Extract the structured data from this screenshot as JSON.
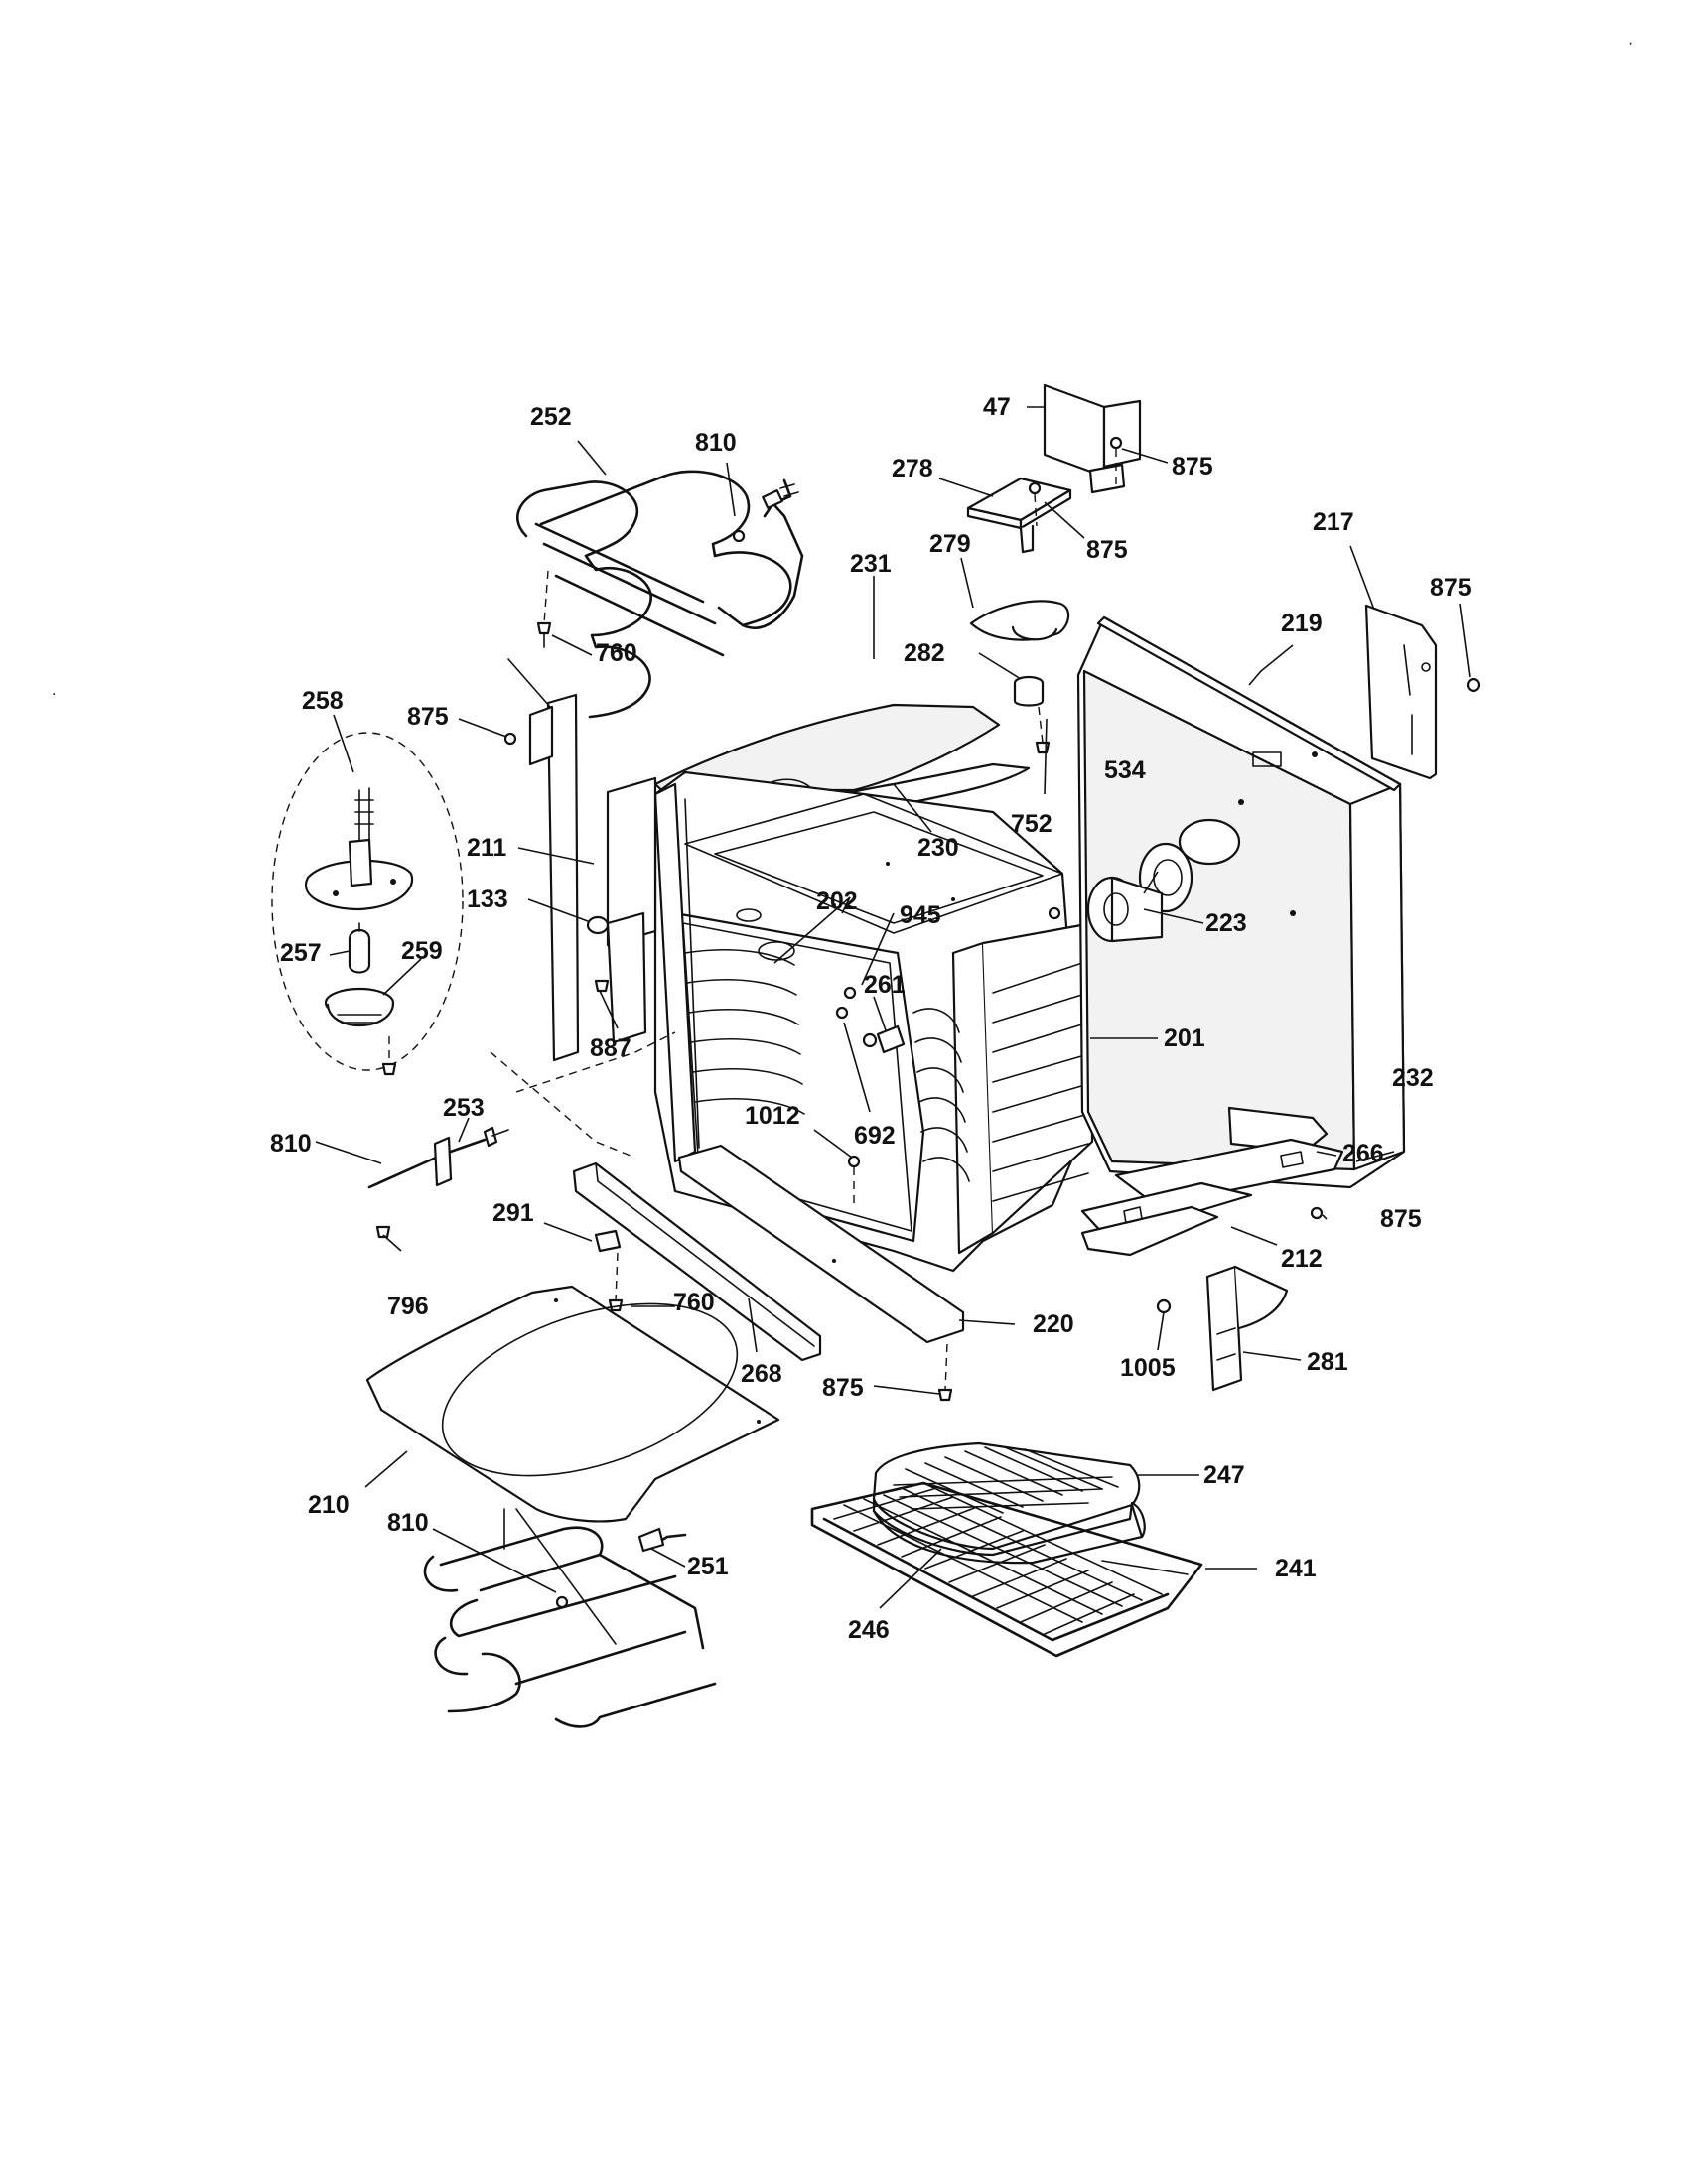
{
  "diagram": {
    "labels": {
      "p47": "47",
      "p875a": "875",
      "p278": "278",
      "p875b": "875",
      "p252": "252",
      "p810a": "810",
      "p760a": "760",
      "p231": "231",
      "p279": "279",
      "p282": "282",
      "p230": "230",
      "p752": "752",
      "p217": "217",
      "p875c": "875",
      "p219": "219",
      "p258": "258",
      "p875d": "875",
      "p211": "211",
      "p133": "133",
      "p257": "257",
      "p259": "259",
      "p887": "887",
      "p810b": "810",
      "p202": "202",
      "p945": "945",
      "p261": "261",
      "p692": "692",
      "p1012": "1012",
      "p534": "534",
      "p223": "223",
      "p201": "201",
      "p232": "232",
      "p266": "266",
      "p875e": "875",
      "p212": "212",
      "p253": "253",
      "p796": "796",
      "p291": "291",
      "p760b": "760",
      "p268": "268",
      "p220": "220",
      "p875f": "875",
      "p1005": "1005",
      "p281": "281",
      "p210": "210",
      "p810c": "810",
      "p251": "251",
      "p247": "247",
      "p241": "241",
      "p246": "246"
    },
    "stray_marks": {
      "corner_tick": "·",
      "side_tick": "."
    }
  }
}
